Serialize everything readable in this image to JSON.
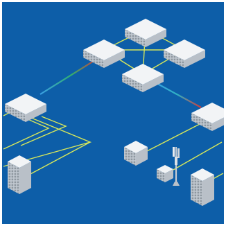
{
  "diagram": {
    "type": "network-topology",
    "colors": {
      "background": "#0d5ea8",
      "frame": "#ffffff",
      "link": "#d8e85a",
      "fiber_start": "#d23a3a",
      "fiber_end": "#3aa0e6",
      "device_top": "#f2f4f6",
      "device_side": "#b9c0c8"
    },
    "nodes": [
      {
        "id": "router-top",
        "kind": "router"
      },
      {
        "id": "router-left",
        "kind": "router"
      },
      {
        "id": "router-right",
        "kind": "router"
      },
      {
        "id": "router-center",
        "kind": "router"
      },
      {
        "id": "router-west",
        "kind": "router"
      },
      {
        "id": "router-east",
        "kind": "router"
      },
      {
        "id": "server-left",
        "kind": "server-tower"
      },
      {
        "id": "server-right",
        "kind": "server-tower"
      },
      {
        "id": "hub-cube",
        "kind": "hub"
      },
      {
        "id": "small-hub",
        "kind": "hub"
      },
      {
        "id": "cell-tower",
        "kind": "antenna"
      }
    ]
  }
}
